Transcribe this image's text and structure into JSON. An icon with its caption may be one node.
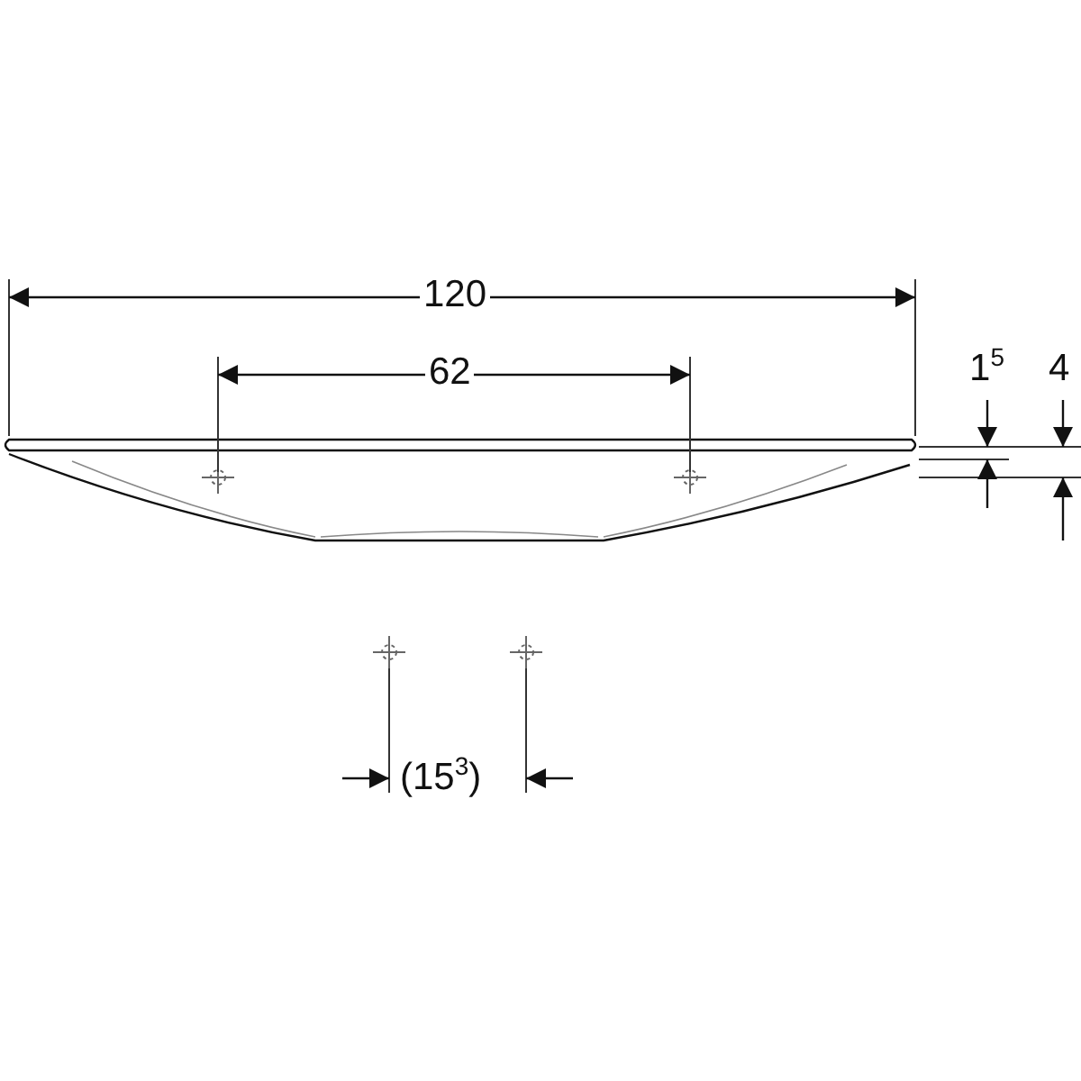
{
  "diagram": {
    "labels": [
      "120",
      "62",
      "1$^{5}$",
      "4",
      "(15$^{3}$)"
    ]
  }
}
